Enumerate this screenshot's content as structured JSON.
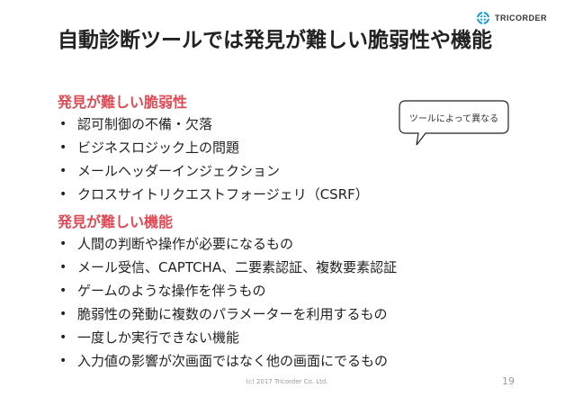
{
  "logo": {
    "icon": "tricorder-logo-icon",
    "text": "TRICORDER",
    "color": "#1a9ad6"
  },
  "title": "自動診断ツールでは発見が難しい脆弱性や機能",
  "callout": {
    "text": "ツールによって異なる"
  },
  "sections": [
    {
      "heading": "発見が難しい脆弱性",
      "items": [
        "認可制御の不備・欠落",
        "ビジネスロジック上の問題",
        "メールヘッダーインジェクション",
        "クロスサイトリクエストフォージェリ（CSRF）"
      ]
    },
    {
      "heading": "発見が難しい機能",
      "items": [
        "人間の判断や操作が必要になるもの",
        "メール受信、CAPTCHA、二要素認証、複数要素認証",
        "ゲームのような操作を伴うもの",
        "脆弱性の発動に複数のパラメーターを利用するもの",
        "一度しか実行できない機能",
        "入力値の影響が次画面ではなく他の画面にでるもの"
      ]
    }
  ],
  "accent_color": "#e04a55",
  "footer": {
    "copyright": "(c) 2017 Tricorder Co. Ltd.",
    "page_number": "19"
  }
}
